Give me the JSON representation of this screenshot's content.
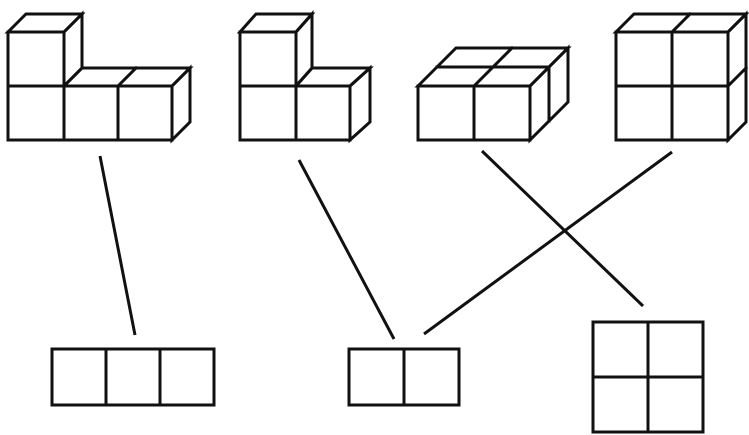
{
  "diagram": {
    "solids": [
      {
        "id": "solid-1",
        "cube_count": 4,
        "matches_view": "view-1"
      },
      {
        "id": "solid-2",
        "cube_count": 3,
        "matches_view": "view-2"
      },
      {
        "id": "solid-3",
        "cube_count": 4,
        "matches_view": "view-3"
      },
      {
        "id": "solid-4",
        "cube_count": 4,
        "matches_view": "view-2"
      }
    ],
    "views": [
      {
        "id": "view-1",
        "squares_across": 3,
        "squares_down": 1
      },
      {
        "id": "view-2",
        "squares_across": 2,
        "squares_down": 1
      },
      {
        "id": "view-3",
        "squares_across": 2,
        "squares_down": 2
      }
    ],
    "connections": [
      {
        "from": "solid-1",
        "to": "view-1"
      },
      {
        "from": "solid-2",
        "to": "view-2"
      },
      {
        "from": "solid-3",
        "to": "view-3"
      },
      {
        "from": "solid-4",
        "to": "view-2"
      }
    ],
    "colors": {
      "line": "#111111",
      "background": "#ffffff"
    }
  }
}
